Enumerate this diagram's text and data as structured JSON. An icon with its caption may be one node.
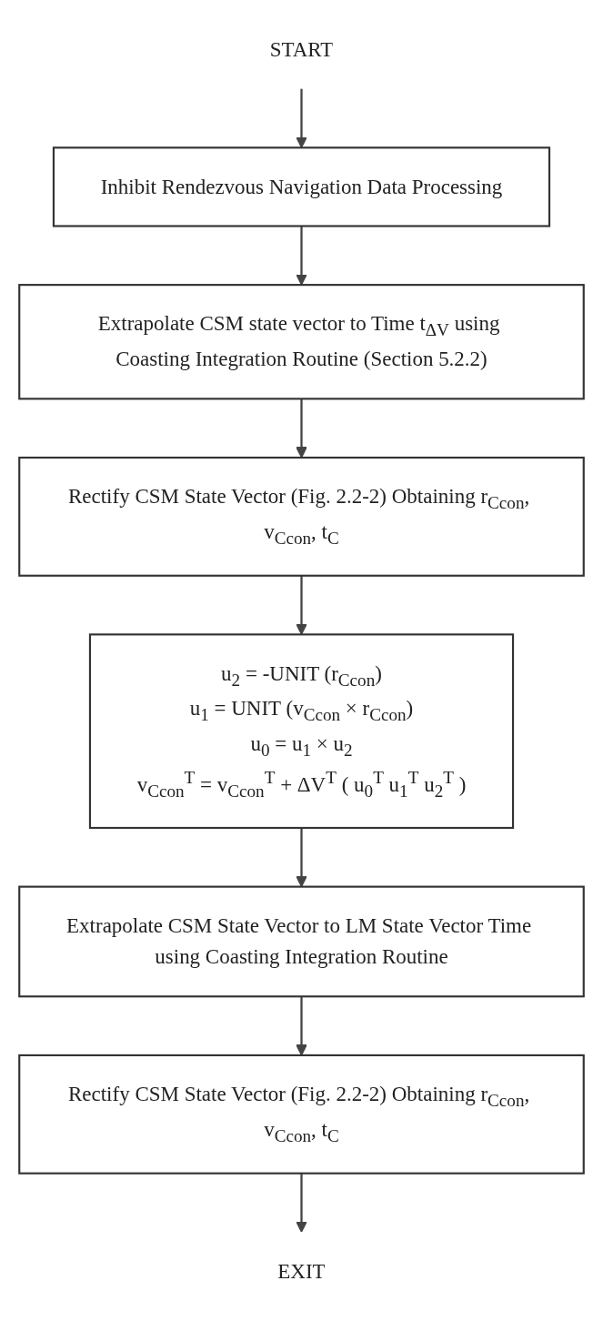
{
  "diagram": {
    "nodes": [
      {
        "text": [
          "START"
        ]
      },
      {
        "text": [
          "Inhibit Rendezvous Navigation Data Processing"
        ]
      },
      {
        "text": [
          "Extrapolate CSM state vector to Time t$_{ΔV}$ using Coasting Integration Routine (Section 5.2.2)"
        ]
      },
      {
        "text": [
          "Rectify CSM State Vector (Fig. 2.2-2) Obtaining r$_{Ccon}$, v$_{Ccon}$, t$_{C}$"
        ]
      },
      {
        "text": [
          "u$_{2}$ = -UNIT (r$_{Ccon}$)",
          "u$_{1}$ = UNIT (v$_{Ccon}$ × r$_{Ccon}$)",
          "u$_{0}$ = u$_{1}$ × u$_{2}$",
          "v$_{Ccon}$$^{T}$ = v$_{Ccon}$$^{T}$ + ΔV$^{T}$ ( u$_{0}$$^{T}$ u$_{1}$$^{T}$ u$_{2}$$^{T}$ )"
        ]
      },
      {
        "text": [
          "Extrapolate CSM State Vector to LM State Vector Time using Coasting Integration Routine"
        ]
      },
      {
        "text": [
          "Rectify CSM State Vector (Fig. 2.2-2) Obtaining r$_{Ccon}$, v$_{Ccon}$, t$_{C}$"
        ]
      },
      {
        "text": [
          "EXIT"
        ]
      }
    ],
    "edges": [
      {
        "from": 0,
        "to": 1,
        "arrow": "to"
      },
      {
        "from": 1,
        "to": 2,
        "arrow": "to"
      },
      {
        "from": 2,
        "to": 3,
        "arrow": "to"
      },
      {
        "from": 3,
        "to": 4,
        "arrow": "to"
      },
      {
        "from": 4,
        "to": 5,
        "arrow": "to"
      },
      {
        "from": 5,
        "to": 6,
        "arrow": "to"
      },
      {
        "from": 6,
        "to": 7,
        "arrow": "to"
      }
    ]
  }
}
